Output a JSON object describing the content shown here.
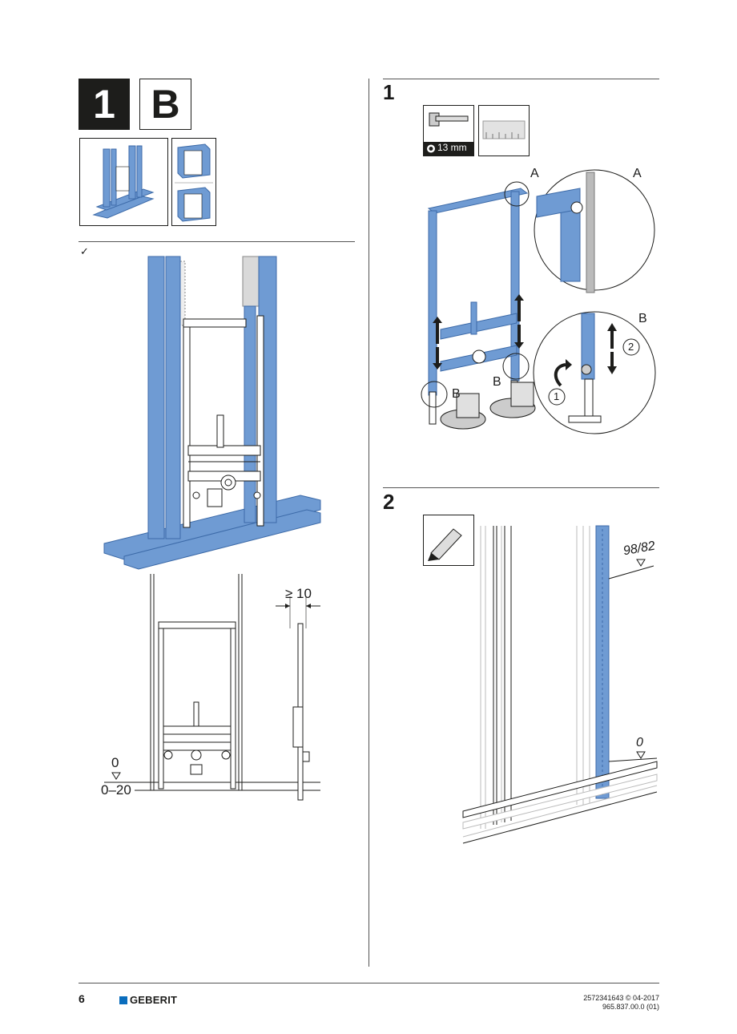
{
  "header": {
    "step_number": "1",
    "variant": "B"
  },
  "left": {
    "check": "✓",
    "dim_min_gap": "≥ 10",
    "dim_zero": "0",
    "dim_range": "0–20"
  },
  "right": {
    "step1": {
      "number": "1",
      "tool_label": "13 mm",
      "detail_a": "A",
      "detail_b": "B",
      "step_1": "1",
      "step_2": "2"
    },
    "step2": {
      "number": "2",
      "height_label": "98/82",
      "zero_label": "0"
    }
  },
  "footer": {
    "page": "6",
    "brand": "GEBERIT",
    "doc_number": "2572341643 © 04-2017",
    "article": "965.837.00.0 (01)"
  },
  "colors": {
    "frame_blue": "#6f9bd3",
    "frame_blue_dark": "#3c6aa8",
    "line": "#1d1d1b"
  }
}
